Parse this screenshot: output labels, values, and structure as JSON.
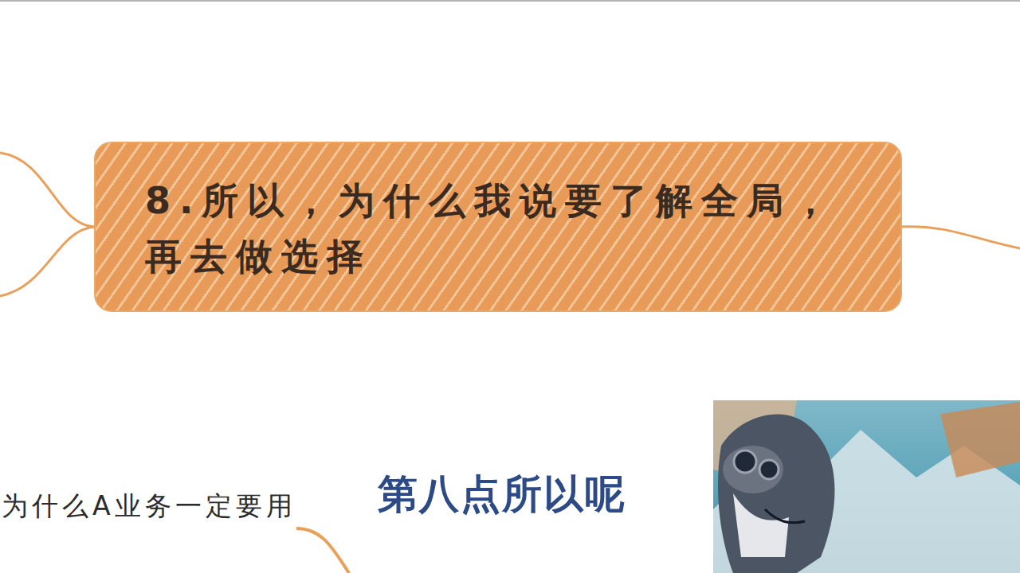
{
  "diagram": {
    "nodes": [
      {
        "text": [
          "8.所以，为什么我说要了解全局， 再去做选择"
        ]
      }
    ],
    "labels": [
      "为什么A业务一定要用",
      "第八点所以呢"
    ]
  }
}
